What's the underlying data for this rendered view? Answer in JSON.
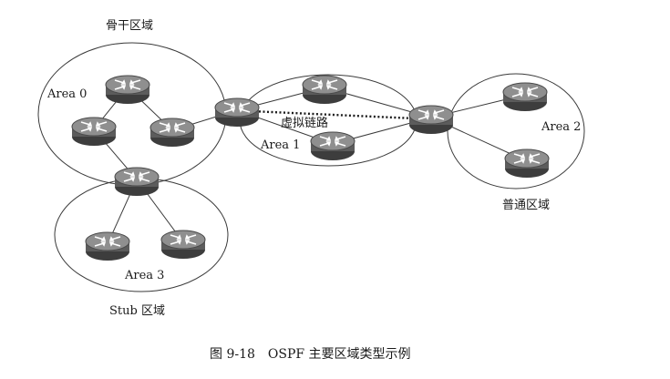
{
  "labels": {
    "backbone": "骨干区域",
    "area0": "Area 0",
    "virtual_link": "虚拟链路",
    "area1": "Area 1",
    "area2": "Area 2",
    "normal": "普通区域",
    "area3": "Area 3",
    "stub": "Stub 区域"
  },
  "caption": "图 9-18　OSPF 主要区域类型示例",
  "icons": {
    "router": "router-icon"
  },
  "colors": {
    "line": "#3a3a3a",
    "router_body": "#6e6e6e",
    "router_top": "#8f8f8f",
    "router_dark": "#3d3d3d"
  }
}
